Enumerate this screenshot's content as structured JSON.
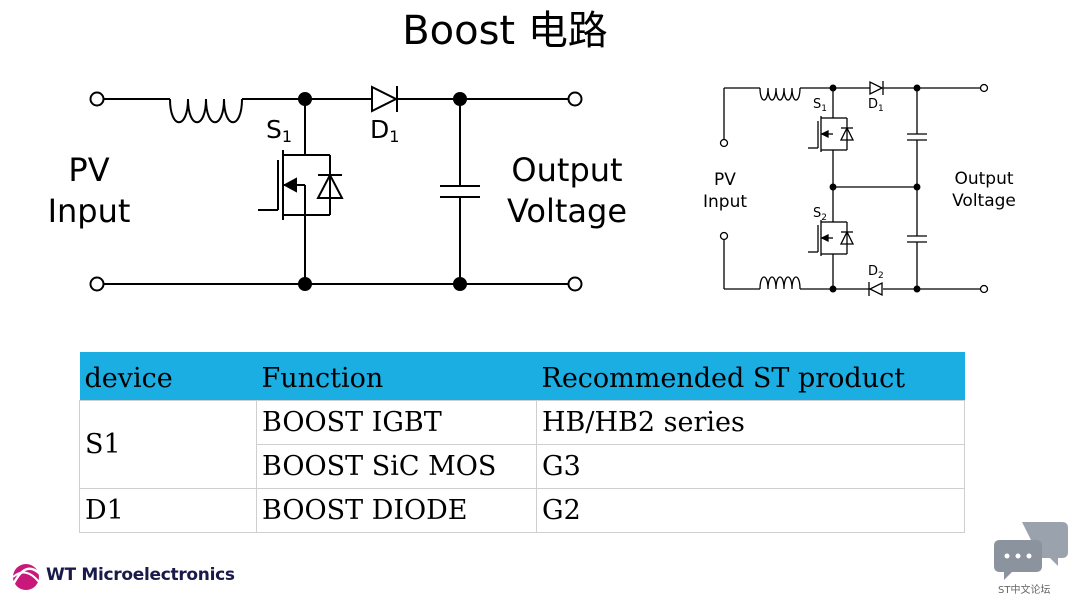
{
  "title": "Boost 电路",
  "left_circuit": {
    "switch_label": "S",
    "switch_sub": "1",
    "diode_label": "D",
    "diode_sub": "1",
    "input_line1": "PV",
    "input_line2": "Input",
    "output_line1": "Output",
    "output_line2": "Voltage"
  },
  "right_circuit": {
    "s1_label": "S",
    "s1_sub": "1",
    "d1_label": "D",
    "d1_sub": "1",
    "s2_label": "S",
    "s2_sub": "2",
    "d2_label": "D",
    "d2_sub": "2",
    "input_line1": "PV",
    "input_line2": "Input",
    "output_line1": "Output",
    "output_line2": "Voltage"
  },
  "table": {
    "headers": [
      "device",
      "Function",
      "Recommended ST product"
    ],
    "rows": [
      {
        "device": "S1",
        "function": "BOOST IGBT",
        "product": "HB/HB2 series"
      },
      {
        "device": "",
        "function": "BOOST SiC MOS",
        "product": "G3"
      },
      {
        "device": "D1",
        "function": "BOOST DIODE",
        "product": "G2"
      }
    ]
  },
  "logo": {
    "text": "WT Microelectronics"
  },
  "watermark": {
    "text": "ST中文论坛"
  },
  "colors": {
    "header_bg": "#1baee3",
    "logo_pink": "#c8187a",
    "logo_navy": "#1a1a4a"
  }
}
